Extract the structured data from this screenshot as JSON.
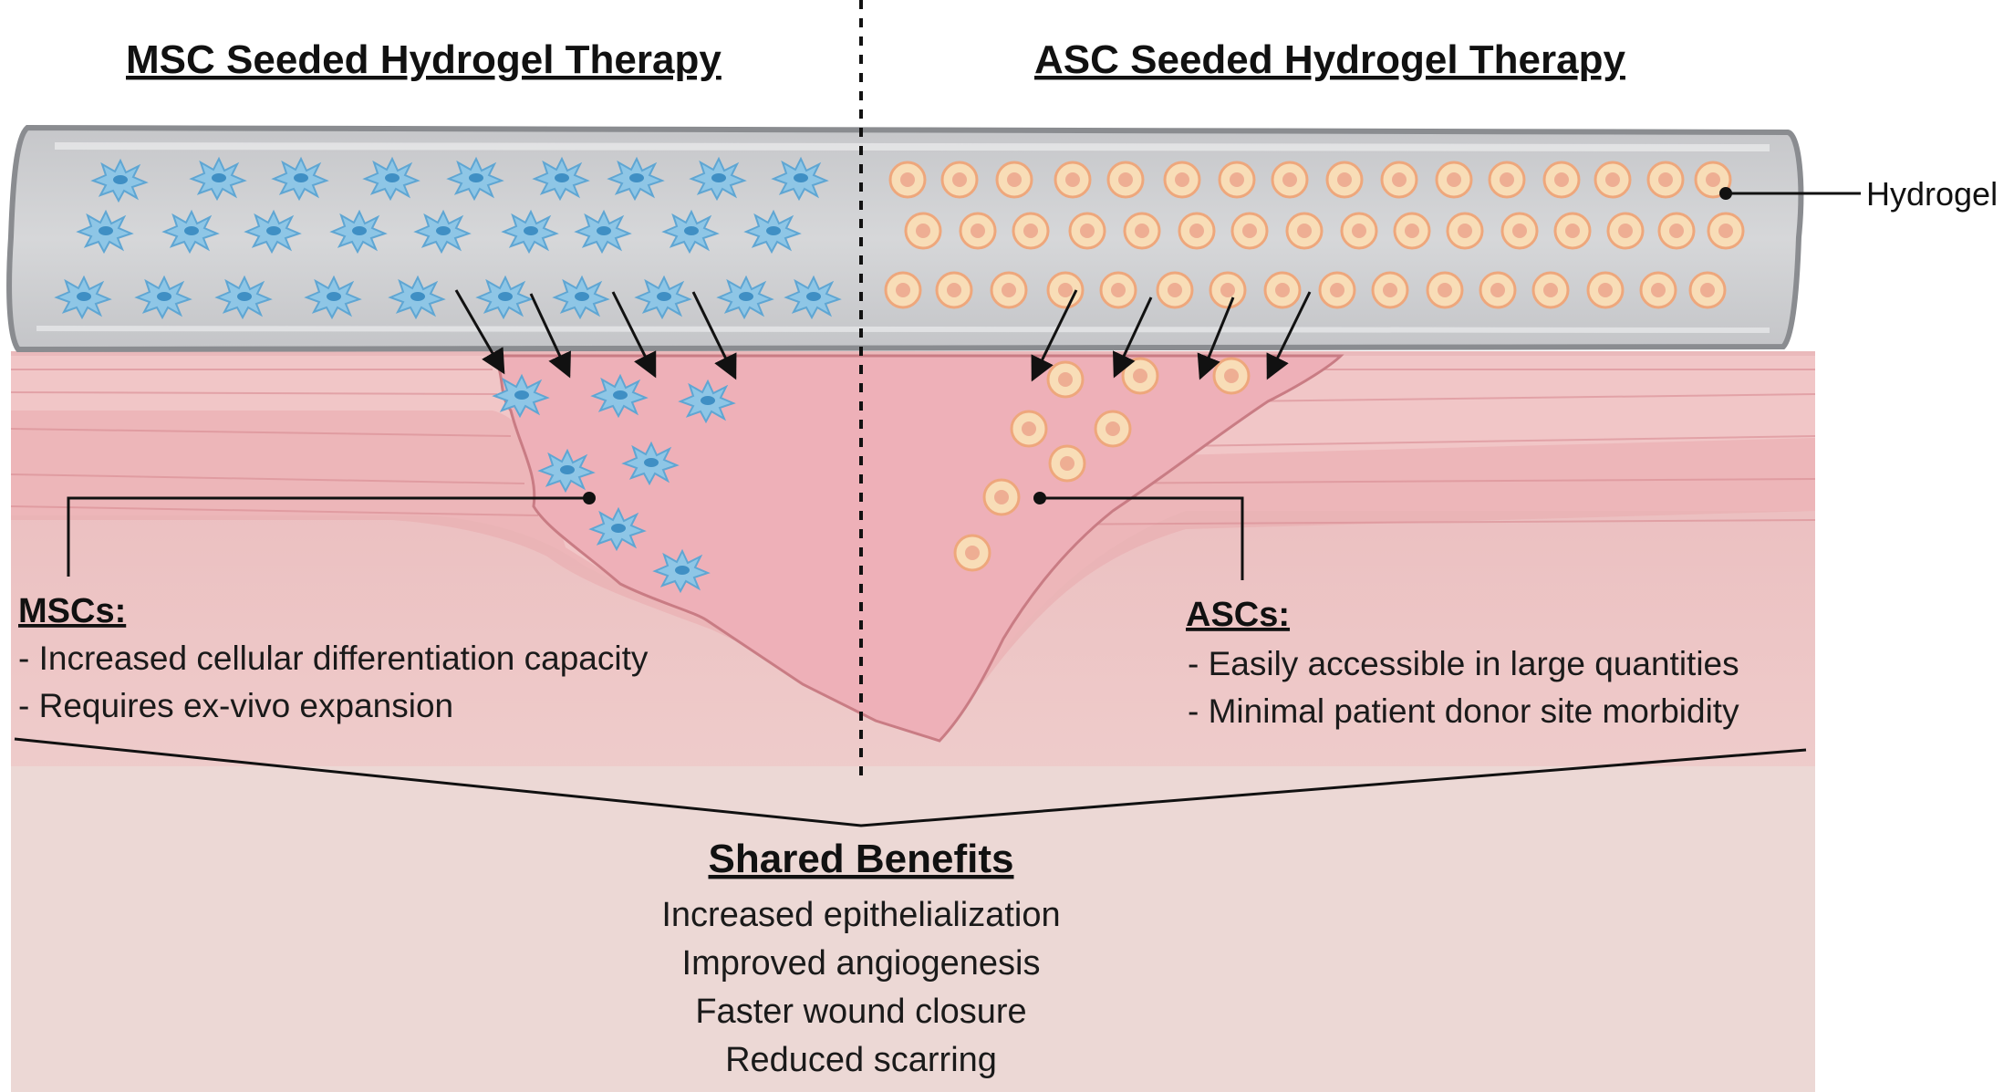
{
  "titles": {
    "left": "MSC Seeded Hydrogel Therapy",
    "right": "ASC Seeded Hydrogel Therapy"
  },
  "hydrogel_label": "Hydrogel",
  "msc": {
    "heading": "MSCs:",
    "points": [
      "- Increased cellular differentiation capacity",
      "- Requires ex-vivo expansion"
    ]
  },
  "asc": {
    "heading": "ASCs:",
    "points": [
      "- Easily accessible in large quantities",
      "- Minimal patient donor site morbidity"
    ]
  },
  "shared": {
    "heading": "Shared Benefits",
    "items": [
      "Increased epithelialization",
      "Improved angiogenesis",
      "Faster wound closure",
      "Reduced scarring"
    ]
  },
  "colors": {
    "hydrogel": "#cfd0d2",
    "hydrogel_edge": "#8a8c90",
    "skin_top": "#f3cfcf",
    "skin_epidermis": "#e8b0b2",
    "dermis": "#efd2d0",
    "wound": "#eeb0b8",
    "msc_cell": "#8ec6e6",
    "msc_nucleus": "#3f8fc4",
    "asc_cell": "#f8ddb7",
    "asc_nucleus": "#eeae93",
    "lower_panel": "#ecd8d5"
  },
  "icons": [
    "msc-cell-icon",
    "asc-cell-icon",
    "arrow-icon"
  ]
}
